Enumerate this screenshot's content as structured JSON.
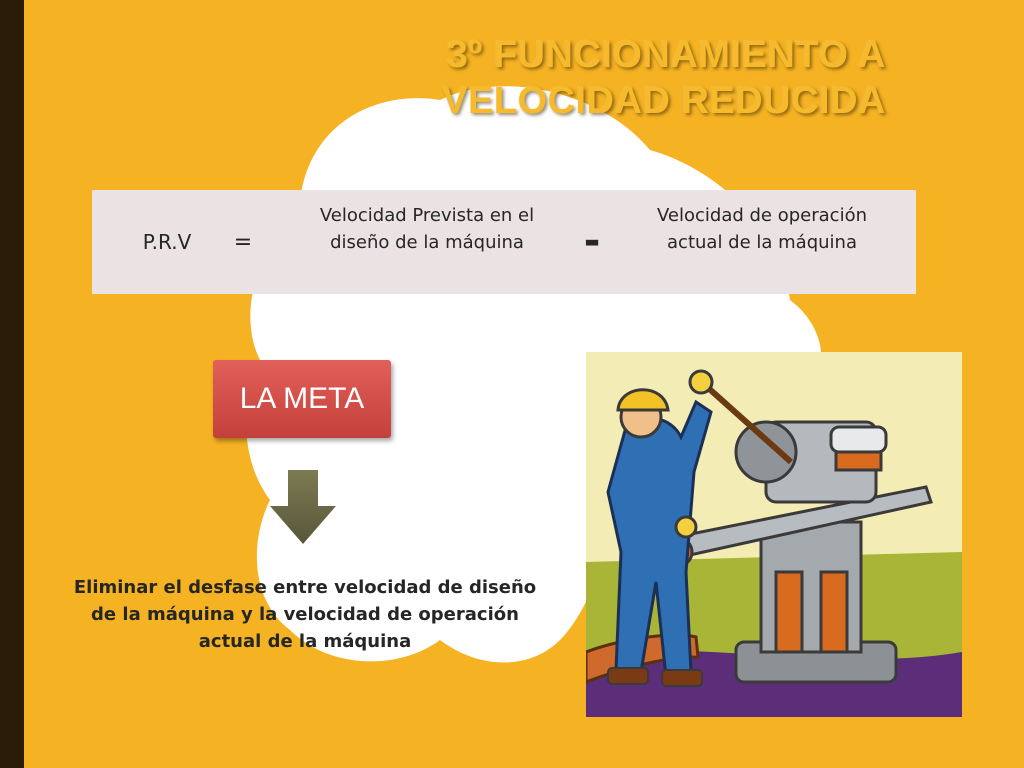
{
  "title": {
    "line1": "3º  FUNCIONAMIENTO A",
    "line2": "VELOCIDAD REDUCIDA"
  },
  "formula": {
    "left_term": "P.R.V",
    "equals": "=",
    "planned_speed": "Velocidad Prevista en el diseño de la máquina",
    "minus": "-",
    "actual_speed": "Velocidad de operación actual de la máquina"
  },
  "goal": {
    "label": "LA META",
    "description": "Eliminar el desfase entre velocidad de diseño de la máquina y la velocidad de operación actual de la máquina"
  },
  "colors": {
    "background": "#f5b223",
    "formula_box": "#ebe2e4",
    "goal_button": "#d24d47",
    "arrow": "#6b6a46"
  },
  "icons": {
    "arrow": "arrow-down-icon",
    "illustration": "machinist-illustration"
  }
}
